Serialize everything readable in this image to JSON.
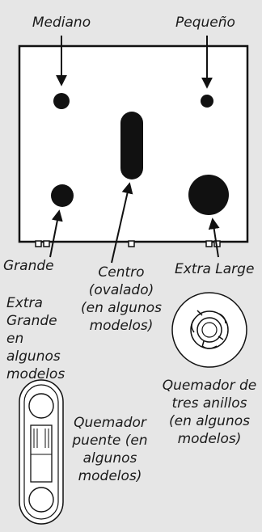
{
  "labels": {
    "mediano": "Mediano",
    "pequeno": "Pequeño",
    "grande": "Grande",
    "centro": [
      "Centro",
      "(ovalado)",
      "(en algunos",
      "modelos)"
    ],
    "extra_large": "Extra Large",
    "extra_grande": [
      "Extra",
      "Grande",
      "en",
      "algunos",
      "modelos"
    ],
    "quemador_tres_anillos": [
      "Quemador de",
      "tres anillos",
      "(en algunos",
      "modelos)"
    ],
    "quemador_puente": [
      "Quemador",
      "puente (en",
      "algunos",
      "modelos)"
    ]
  },
  "colors": {
    "background": "#e6e6e6",
    "panel": "#ffffff",
    "ink": "#111111"
  }
}
